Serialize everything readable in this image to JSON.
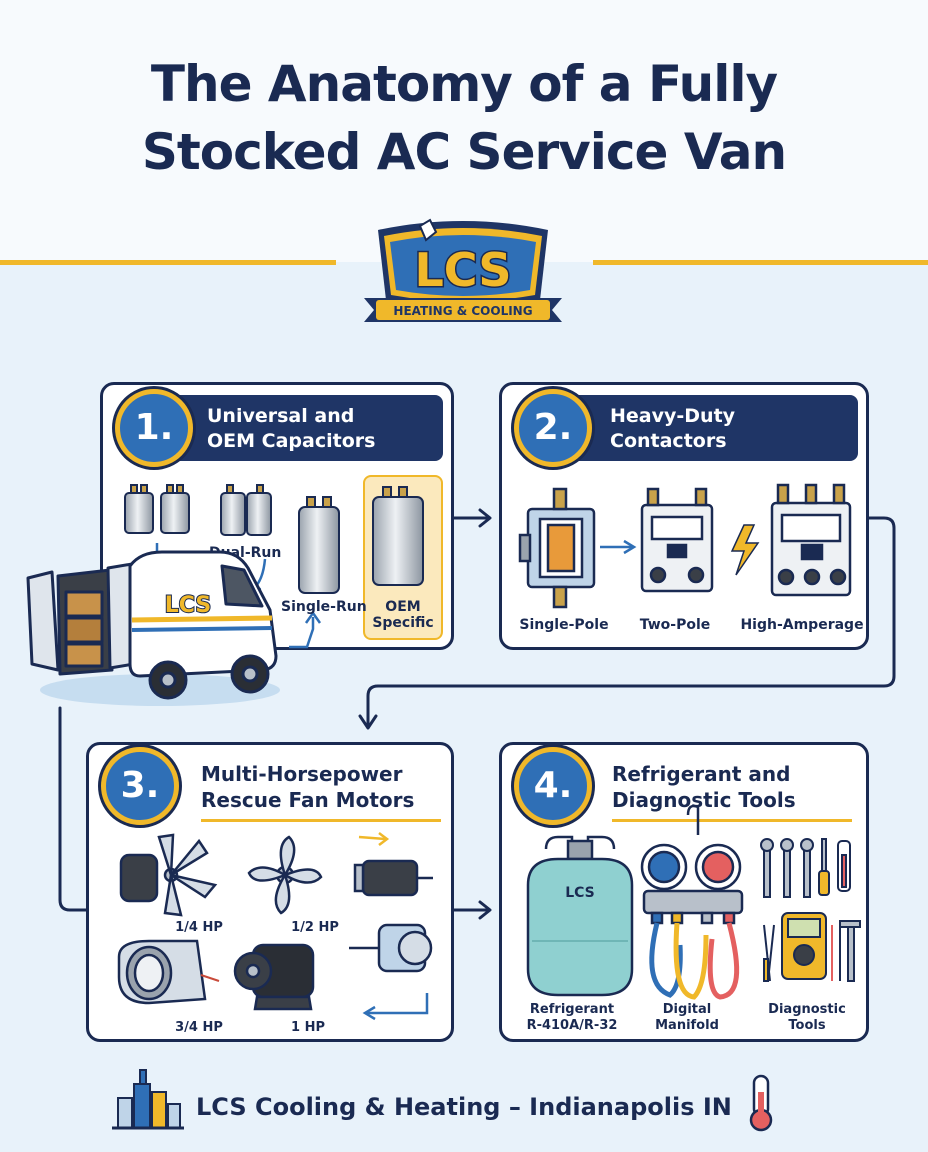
{
  "title": {
    "line1": "The Anatomy of a Fully",
    "line2": "Stocked AC Service Van"
  },
  "logo": {
    "mark": "LCS",
    "tagline": "HEATING & COOLING"
  },
  "sections": [
    {
      "number": "1.",
      "title_line1": "Universal and",
      "title_line2": "OEM Capacitors",
      "labels": [
        "Dual-Run",
        "Single-Run",
        "OEM",
        "Specific"
      ]
    },
    {
      "number": "2.",
      "title_line1": "Heavy-Duty",
      "title_line2": "Contactors",
      "labels": [
        "Single-Pole",
        "Two-Pole",
        "High-Amperage"
      ]
    },
    {
      "number": "3.",
      "title_line1": "Multi-Horsepower",
      "title_line2": "Rescue Fan Motors",
      "labels": [
        "1/4 HP",
        "1/2 HP",
        "3/4 HP",
        "1 HP"
      ]
    },
    {
      "number": "4.",
      "title_line1": "Refrigerant and",
      "title_line2": "Diagnostic Tools",
      "labels": [
        "Refrigerant",
        "R-410A/R-32",
        "Digital",
        "Manifold",
        "Diagnostic",
        "Tools"
      ]
    }
  ],
  "van": {
    "logo_text": "LCS"
  },
  "tank": {
    "logo_text": "LCS"
  },
  "footer": {
    "text": "LCS Cooling & Heating – Indianapolis IN"
  },
  "colors": {
    "navy": "#1a2a52",
    "blue": "#2f6fb6",
    "gold": "#f0b82a",
    "background": "#e8f2fa"
  },
  "icons": [
    "city-skyline-icon",
    "thermometer-icon",
    "wrench-icon",
    "screwdriver-icon",
    "multimeter-icon",
    "lightning-icon"
  ]
}
